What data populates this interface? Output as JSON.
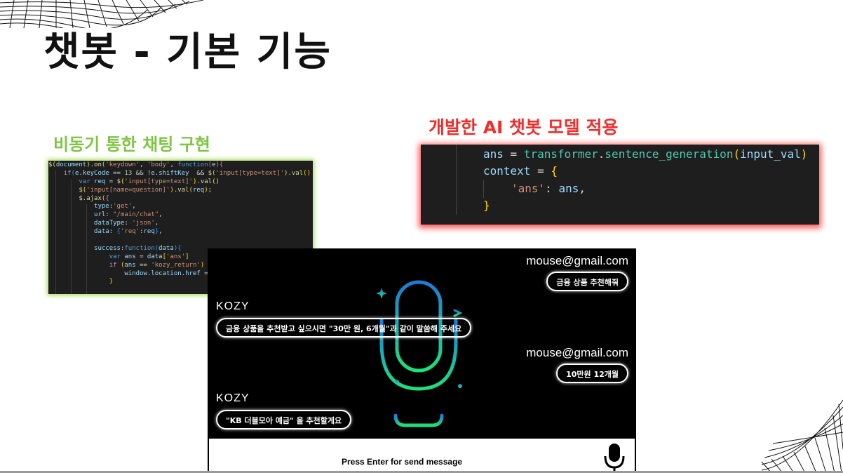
{
  "slide": {
    "title": "챗봇 - 기본 기능",
    "left_label": "비동기 통한 채팅 구현",
    "right_label": "개발한 AI 챗봇 모델 적용"
  },
  "colors": {
    "green_label": "#7fc545",
    "red_label": "#ef2e2e",
    "code_bg": "#1e1e1e",
    "mic_gradient_top": "#1e7bd6",
    "mic_gradient_bottom": "#1ee07a"
  },
  "code_js": {
    "lines": [
      "$(document).on('keydown', 'body', function(e){",
      "    if(e.keyCode == 13 && !e.shiftKey  && $('input[type=text]').val()",
      "        var req = $('input[type=text]').val()",
      "        $('input[name=question]').val(req);",
      "        $.ajax({",
      "            type:'get',",
      "            url: \"/main/chat\",",
      "            dataType: 'json',",
      "            data: {'req':req},",
      "",
      "            success:function(data){",
      "                var ans = data['ans']",
      "                if (ans == 'kozy_return') {",
      "                    window.location.href = '/main';",
      "                }"
    ]
  },
  "code_py": {
    "line1": {
      "var": "ans",
      "op": " = ",
      "obj": "transformer",
      "dot": ".",
      "fn": "sentence_generation",
      "open": "(",
      "arg": "input_val",
      "close": ")"
    },
    "line2": {
      "var": "context",
      "op": " = ",
      "brace": "{"
    },
    "line3": {
      "key": "'ans'",
      "colon": ": ",
      "val": "ans",
      "comma": ","
    },
    "line4": {
      "brace": "}"
    }
  },
  "chat": {
    "messages": [
      {
        "side": "user",
        "sender": "mouse@gmail.com",
        "text": "금융 상품 추천해줘"
      },
      {
        "side": "bot",
        "sender": "KOZY",
        "text": "금융 상품을 추천받고 싶으시면 \"30만 원, 6개월\"과 같이 말씀해 주세요"
      },
      {
        "side": "user",
        "sender": "mouse@gmail.com",
        "text": "10만원 12개월"
      },
      {
        "side": "bot",
        "sender": "KOZY",
        "text": "\"KB 더블모아 예금\" 을 추천할게요"
      }
    ],
    "input_prompt": "Press Enter for send message",
    "mic_icon": "microphone-icon"
  }
}
